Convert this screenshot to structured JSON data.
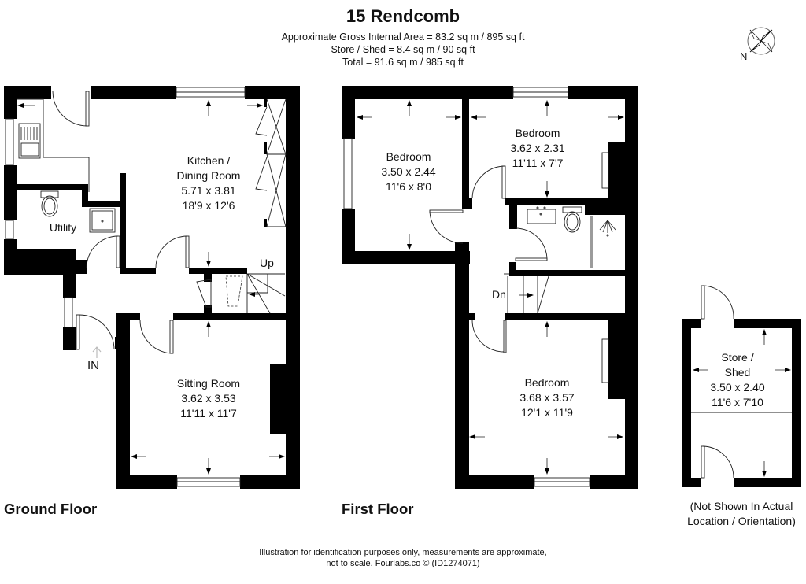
{
  "header": {
    "title": "15 Rendcomb",
    "area_lines": [
      "Approximate Gross Internal Area = 83.2 sq m / 895 sq ft",
      "Store / Shed = 8.4 sq m / 90 sq ft",
      "Total = 91.6 sq m / 985 sq ft"
    ]
  },
  "compass": {
    "icon": "compass-rose-icon",
    "label": "N"
  },
  "floors": {
    "ground": {
      "label": "Ground Floor",
      "rooms": [
        {
          "name": "Kitchen / Dining Room",
          "lines": [
            "Kitchen /",
            "Dining Room",
            "5.71 x 3.81",
            "18'9 x 12'6"
          ]
        },
        {
          "name": "Utility",
          "lines": [
            "Utility"
          ]
        },
        {
          "name": "Sitting Room",
          "lines": [
            "Sitting Room",
            "3.62 x 3.53",
            "11'11 x 11'7"
          ]
        }
      ],
      "stairs_label": "Up",
      "entrance_label": "IN"
    },
    "first": {
      "label": "First Floor",
      "rooms": [
        {
          "name": "Bedroom",
          "lines": [
            "Bedroom",
            "3.50 x 2.44",
            "11'6 x 8'0"
          ]
        },
        {
          "name": "Bedroom",
          "lines": [
            "Bedroom",
            "3.62 x 2.31",
            "11'11 x 7'7"
          ]
        },
        {
          "name": "Bedroom",
          "lines": [
            "Bedroom",
            "3.68 x 3.57",
            "12'1 x 11'9"
          ]
        }
      ],
      "stairs_label": "Dn"
    },
    "outbuilding": {
      "rooms": [
        {
          "name": "Store / Shed",
          "lines": [
            "Store /",
            "Shed",
            "3.50 x 2.40",
            "11'6 x 7'10"
          ]
        }
      ],
      "note_lines": [
        "(Not Shown In Actual",
        "Location / Orientation)"
      ]
    }
  },
  "footer": {
    "disclaimer_lines": [
      "Illustration for identification purposes only, measurements are approximate,",
      "not to scale. Fourlabs.co © (ID1274071)"
    ]
  }
}
